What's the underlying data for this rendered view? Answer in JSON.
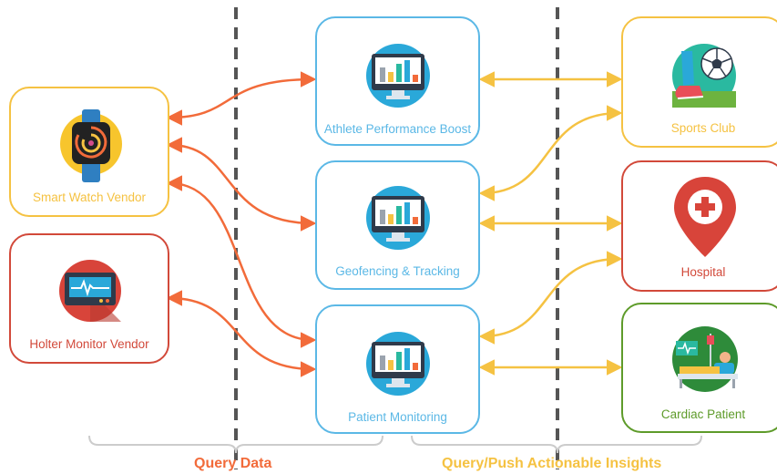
{
  "vendors": [
    {
      "label": "Smart Watch Vendor",
      "icon": "smart-watch-icon"
    },
    {
      "label": "Holter Monitor Vendor",
      "icon": "heart-monitor-icon"
    }
  ],
  "services": [
    {
      "label": "Athlete Performance Boost",
      "icon": "analytics-monitor-icon"
    },
    {
      "label": "Geofencing & Tracking",
      "icon": "analytics-monitor-icon"
    },
    {
      "label": "Patient Monitoring",
      "icon": "analytics-monitor-icon"
    }
  ],
  "consumers": [
    {
      "label": "Sports Club",
      "icon": "soccer-ball-icon"
    },
    {
      "label": "Hospital",
      "icon": "hospital-pin-icon"
    },
    {
      "label": "Cardiac Patient",
      "icon": "patient-bed-icon"
    }
  ],
  "bottom_labels": {
    "query_data": "Query Data",
    "query_push": "Query/Push Actionable Insights"
  },
  "colors": {
    "orange": "#F26B3A",
    "yellow": "#F5C242",
    "blue": "#5BB8E6",
    "red": "#D2493A",
    "green": "#5E9B2A",
    "dashed": "#555555",
    "bracket": "#CCCCCC"
  }
}
